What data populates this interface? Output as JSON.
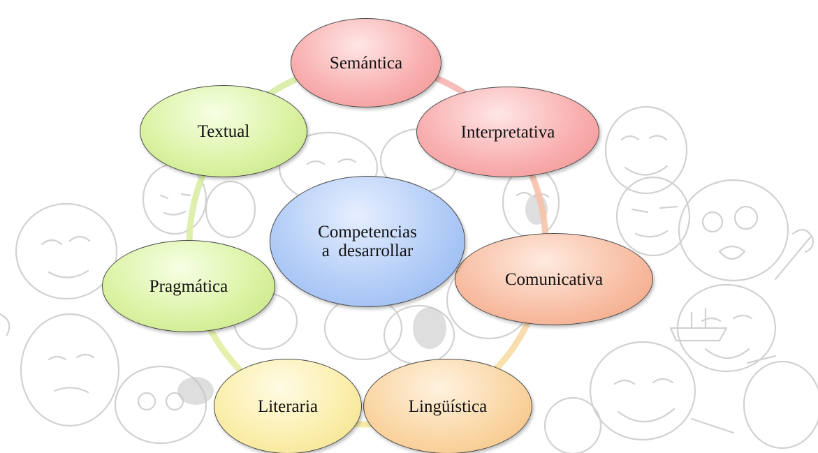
{
  "diagram": {
    "center": {
      "line1": "Competencias",
      "line2": "a  desarrollar",
      "color": "#b3cdf7"
    },
    "nodes": [
      {
        "label": "Semántica",
        "color": "#f9b1b1"
      },
      {
        "label": "Interpretativa",
        "color": "#f9b1b1"
      },
      {
        "label": "Comunicativa",
        "color": "#f8c0a6"
      },
      {
        "label": "Lingüística",
        "color": "#fad7a6"
      },
      {
        "label": "Literaria",
        "color": "#fbefae"
      },
      {
        "label": "Pragmática",
        "color": "#dcf3a6"
      },
      {
        "label": "Textual",
        "color": "#dcf3a6"
      }
    ],
    "ring_colors": [
      "#f6b3b3",
      "#f7c4a8",
      "#f8d8a6",
      "#f6ea9f",
      "#dcefa6",
      "#d7eca1"
    ],
    "background_art": "faint sketched meme faces, light gray"
  }
}
